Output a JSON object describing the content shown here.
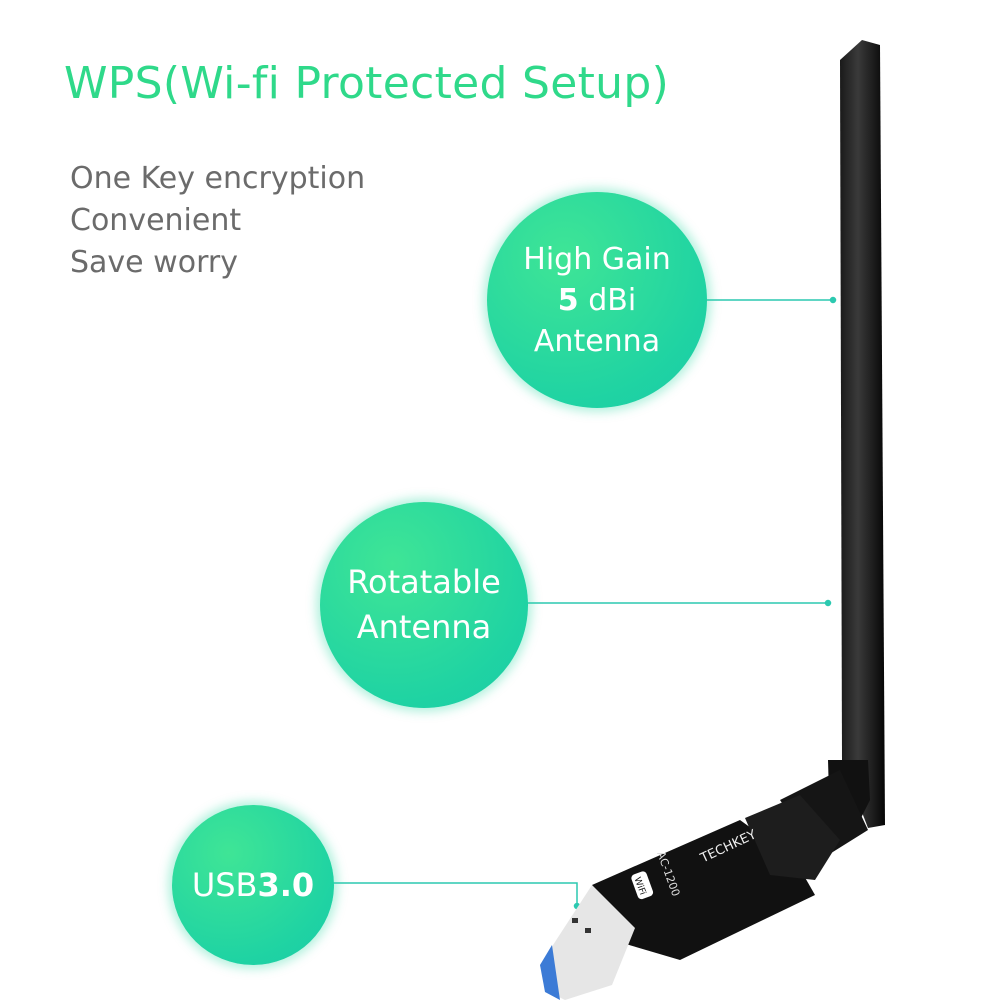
{
  "title": "WPS(Wi-fi Protected Setup)",
  "features": [
    "One Key encryption",
    "Convenient",
    "Save worry"
  ],
  "callouts": {
    "gain": {
      "line1": "High Gain",
      "number": "5",
      "unit": "dBi",
      "line3": "Antenna"
    },
    "rotatable": {
      "line1": "Rotatable",
      "line2": "Antenna"
    },
    "usb": {
      "prefix": "USB",
      "version": "3.0"
    }
  },
  "device": {
    "brand": "TECHKEY",
    "model": "AC-1200",
    "badge": "WiFi"
  },
  "colors": {
    "accent": "#2fd98a",
    "bubble": "#1fd3a3",
    "line": "#2cc9b0"
  }
}
